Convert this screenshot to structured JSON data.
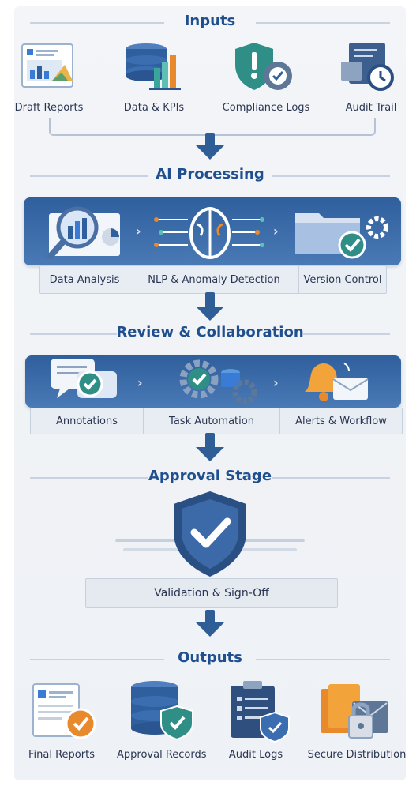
{
  "sections": {
    "inputs": "Inputs",
    "ai_processing": "AI Processing",
    "review": "Review & Collaboration",
    "approval": "Approval Stage",
    "outputs": "Outputs"
  },
  "inputs": [
    "Draft Reports",
    "Data & KPIs",
    "Compliance Logs",
    "Audit Trail"
  ],
  "ai_processing": [
    "Data Analysis",
    "NLP & Anomaly Detection",
    "Version Control"
  ],
  "review": [
    "Annotations",
    "Task Automation",
    "Alerts & Workflow"
  ],
  "approval": {
    "label": "Validation & Sign-Off"
  },
  "outputs": [
    "Final Reports",
    "Approval Records",
    "Audit Logs",
    "Secure Distribution"
  ],
  "colors": {
    "primary": "#1f4f8f",
    "band": "#2f5f9c",
    "teal": "#2f8f86",
    "orange": "#e8892b"
  }
}
